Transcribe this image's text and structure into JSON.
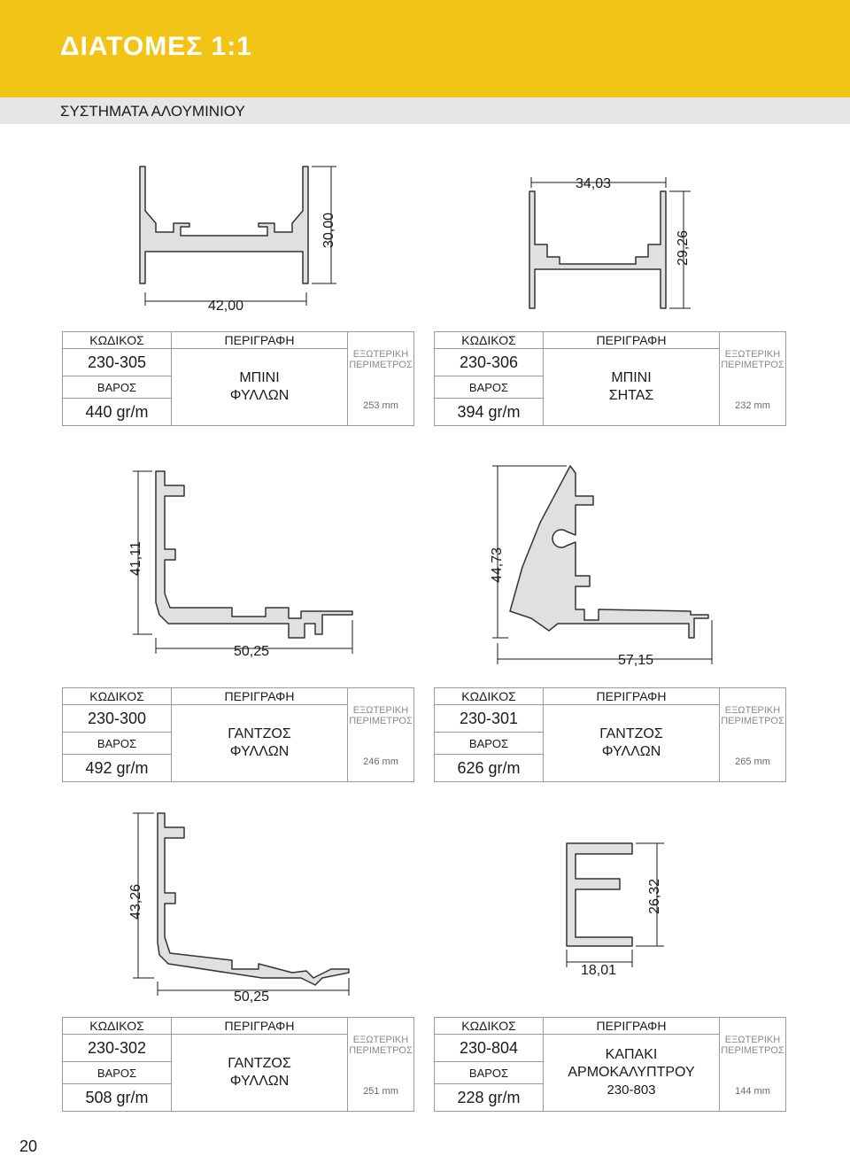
{
  "header": {
    "title": "ΔΙΑΤΟΜΕΣ 1:1",
    "subtitle": "ΣΥΣΤΗΜΑΤΑ ΑΛΟΥΜΙΝΙΟΥ"
  },
  "labels": {
    "code": "ΚΩΔΙΚΟΣ",
    "description": "ΠΕΡΙΓΡΑΦΗ",
    "weight": "ΒΑΡΟΣ",
    "perimeter_1": "ΕΞΩΤΕΡΙΚΗ",
    "perimeter_2": "ΠΕΡΙΜΕΤΡΟΣ"
  },
  "profiles": [
    {
      "code": "230-305",
      "weight": "440 gr/m",
      "desc_1": "ΜΠΙΝΙ",
      "desc_2": "ΦΥΛΛΩΝ",
      "desc_3": "",
      "perimeter": "253 mm",
      "dim_w": "42,00",
      "dim_h": "30,00"
    },
    {
      "code": "230-306",
      "weight": "394 gr/m",
      "desc_1": "ΜΠΙΝΙ",
      "desc_2": "ΣΗΤΑΣ",
      "desc_3": "",
      "perimeter": "232 mm",
      "dim_w": "34,03",
      "dim_h": "29,26"
    },
    {
      "code": "230-300",
      "weight": "492 gr/m",
      "desc_1": "ΓΑΝΤΖΟΣ",
      "desc_2": "ΦΥΛΛΩΝ",
      "desc_3": "",
      "perimeter": "246 mm",
      "dim_w": "50,25",
      "dim_h": "41,11"
    },
    {
      "code": "230-301",
      "weight": "626 gr/m",
      "desc_1": "ΓΑΝΤΖΟΣ",
      "desc_2": "ΦΥΛΛΩΝ",
      "desc_3": "",
      "perimeter": "265 mm",
      "dim_w": "57,15",
      "dim_h": "44,73"
    },
    {
      "code": "230-302",
      "weight": "508 gr/m",
      "desc_1": "ΓΑΝΤΖΟΣ",
      "desc_2": "ΦΥΛΛΩΝ",
      "desc_3": "",
      "perimeter": "251 mm",
      "dim_w": "50,25",
      "dim_h": "43,26"
    },
    {
      "code": "230-804",
      "weight": "228 gr/m",
      "desc_1": "ΚΑΠΑΚΙ",
      "desc_2": "ΑΡΜΟΚΑΛΥΠΤΡΟΥ",
      "desc_3": "230-803",
      "perimeter": "144 mm",
      "dim_w": "18,01",
      "dim_h": "26,32"
    }
  ],
  "page_number": "20",
  "colors": {
    "header": "#f2c416",
    "subbar": "#e6e6e6"
  }
}
